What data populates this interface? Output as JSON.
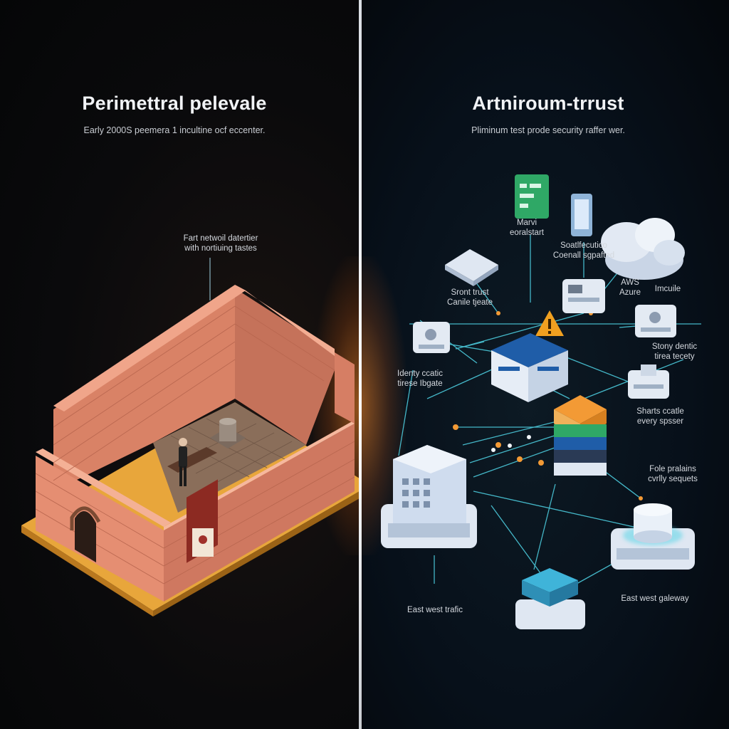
{
  "left": {
    "title": "Perimettral pelevale",
    "subtitle": "Early 2000S peemera 1 incultine ocf eccenter.",
    "callout_line1": "Fart netwoil datertier",
    "callout_line2": "with nortiuing tastes"
  },
  "right": {
    "title": "Artniroum-trrust",
    "subtitle": "Pliminum test prode security raffer wer.",
    "labels": {
      "marvi_line1": "Marvi",
      "marvi_line2": "eoralstart",
      "soatl_line1": "Soatlfecutico",
      "soatl_line2": "Coenall sgpafted",
      "aws_line1": "AWS",
      "aws_line2": "Azure",
      "imcuile": "Imcuile",
      "sront_line1": "Sront trust",
      "sront_line2": "Canile tjeate",
      "identy_line1": "Identy ccatic",
      "identy_line2": "tirese Ibgate",
      "stony_line1": "Stony dentic",
      "stony_line2": "tirea tecety",
      "sharts_line1": "Sharts ccatle",
      "sharts_line2": "every spsser",
      "fole_line1": "Fole pralains",
      "fole_line2": "cvrlly sequets",
      "east_traffic": "East west trafic",
      "east_gateway": "East west galeway"
    }
  },
  "colors": {
    "brick": "#e9957a",
    "brick_dark": "#c96f57",
    "floor_gold": "#e8a63b",
    "node_light": "#dfe7f2",
    "accent_blue": "#1f5da8",
    "accent_orange": "#f39a35",
    "accent_green": "#2fa866",
    "link_cyan": "#4fd4e6",
    "warning": "#f0a020"
  },
  "icons": [
    "brick-wall-datacenter",
    "person-guard",
    "vault-pedestal",
    "arched-door",
    "security-poster",
    "mobile-device",
    "cloud",
    "server-node",
    "warning-triangle",
    "blue-hub-server",
    "server-stack",
    "office-building",
    "database-cylinder",
    "gateway-chip"
  ]
}
